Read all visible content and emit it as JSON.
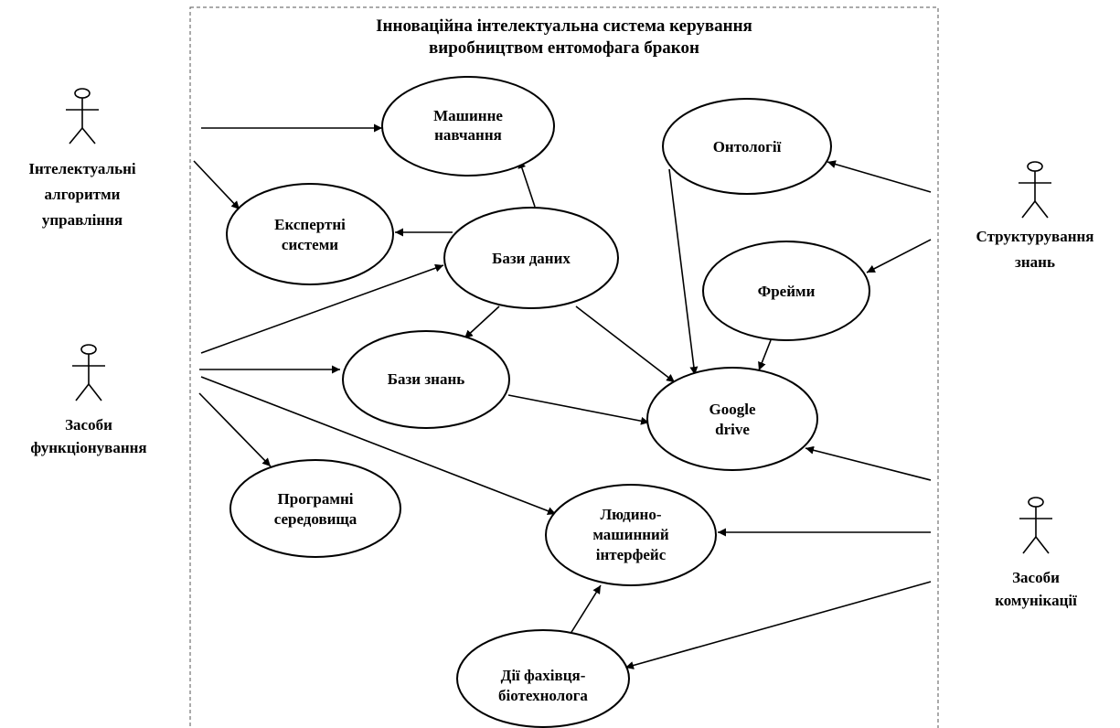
{
  "system": {
    "title_line1": "Інноваційна інтелектуальна система керування",
    "title_line2": "виробництвом ентомофага бракон"
  },
  "use_cases": {
    "machine_learning": {
      "l1": "Машинне",
      "l2": "навчання"
    },
    "expert_systems": {
      "l1": "Експертні",
      "l2": "системи"
    },
    "databases": {
      "l1": "Бази даних"
    },
    "knowledge_bases": {
      "l1": "Бази знань"
    },
    "software_env": {
      "l1": "Програмні",
      "l2": "середовища"
    },
    "ontologies": {
      "l1": "Онтології"
    },
    "frames": {
      "l1": "Фрейми"
    },
    "google_drive": {
      "l1": "Google",
      "l2": "drive"
    },
    "hmi": {
      "l1": "Людино-",
      "l2": "машинний",
      "l3": "інтерфейс"
    },
    "specialist_actions": {
      "l1": "Дії фахівця-",
      "l2": "біотехнолога"
    }
  },
  "actors": {
    "intelligent_algorithms": {
      "l1": "Інтелектуальні",
      "l2": "алгоритми",
      "l3": "управління"
    },
    "operation_means": {
      "l1": "Засоби",
      "l2": "функціонування"
    },
    "knowledge_structuring": {
      "l1": "Структурування",
      "l2": "знань"
    },
    "communication_means": {
      "l1": "Засоби",
      "l2": "комунікації"
    }
  }
}
